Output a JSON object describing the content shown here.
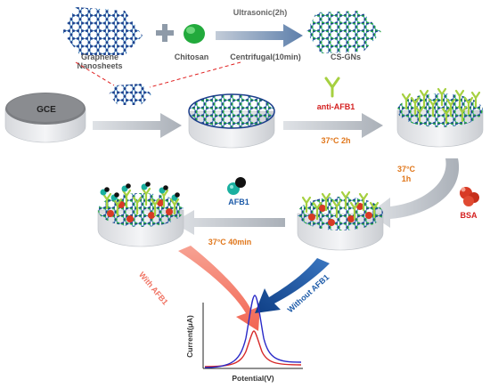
{
  "labels": {
    "graphene": "Graphene",
    "nanosheets": "Nanosheets",
    "chitosan": "Chitosan",
    "ultrasonic": "Ultrasonic(2h)",
    "centrifugal": "Centrifugal(10min)",
    "cs_gns": "CS-GNs",
    "gce": "GCE",
    "anti_afb1": "anti-AFB1",
    "cond_37_2h": "37°C 2h",
    "cond_37": "37°C",
    "cond_1h": "1h",
    "bsa": "BSA",
    "afb1": "AFB1",
    "cond_37_40min": "37°C 40min",
    "with_afb1": "With AFB1",
    "without_afb1": "Without AFB1",
    "ylabel": "Current(μA)",
    "xlabel": "Potential(V)"
  },
  "colors": {
    "orange_text": "#e0761a",
    "red_text": "#d42020",
    "blue_text": "#1c5aa8",
    "salmon_text": "#f07565",
    "grey_arrow": "#a9aeb6",
    "blue_arrow": "#1f5ea8",
    "salmon_arrow": "#f47c6a",
    "graphene_dark": "#1d3f8c",
    "graphene_light": "#27b0c8",
    "chitosan_green": "#22aa3c",
    "antibody_green": "#a6d040",
    "bsa_red": "#d83a25",
    "afb1_teal": "#1ab0a0",
    "curve_red": "#d62828",
    "curve_blue": "#2a2ac8"
  }
}
